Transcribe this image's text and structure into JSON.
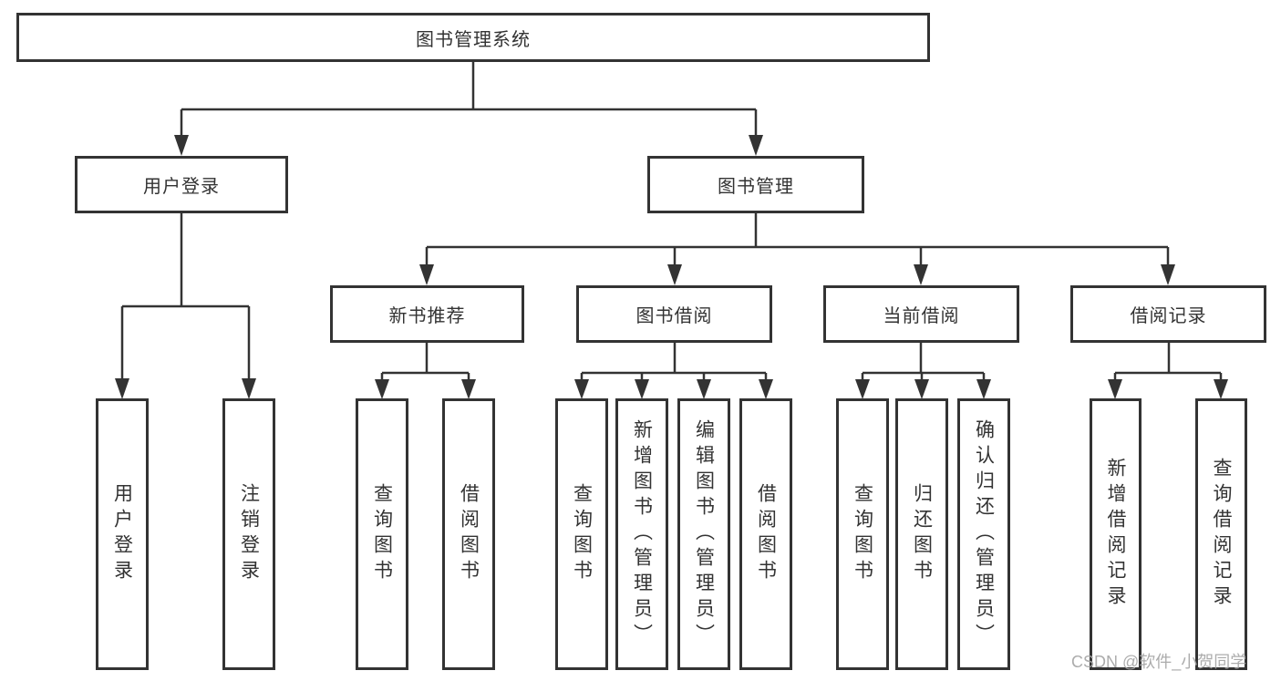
{
  "diagram": {
    "root": "图书管理系统",
    "level2": {
      "user_login": "用户登录",
      "book_mgmt": "图书管理"
    },
    "level3": {
      "new_book_rec": "新书推荐",
      "book_borrow": "图书借阅",
      "current_borrow": "当前借阅",
      "borrow_records": "借阅记录"
    },
    "leaves": {
      "user_login": "用户登录",
      "logout": "注销登录",
      "rec_query": "查询图书",
      "rec_borrow": "借阅图书",
      "bb_query": "查询图书",
      "bb_add": "新增图书（管理员）",
      "bb_edit": "编辑图书（管理员）",
      "bb_borrow": "借阅图书",
      "cb_query": "查询图书",
      "cb_return": "归还图书",
      "cb_confirm": "确认归还（管理员）",
      "br_add": "新增借阅记录",
      "br_query": "查询借阅记录"
    },
    "colors": {
      "line": "#333333",
      "text": "#333333",
      "background": "#ffffff",
      "watermark": "#a5a5a5"
    }
  },
  "watermark": "CSDN @软件_小贺同学"
}
